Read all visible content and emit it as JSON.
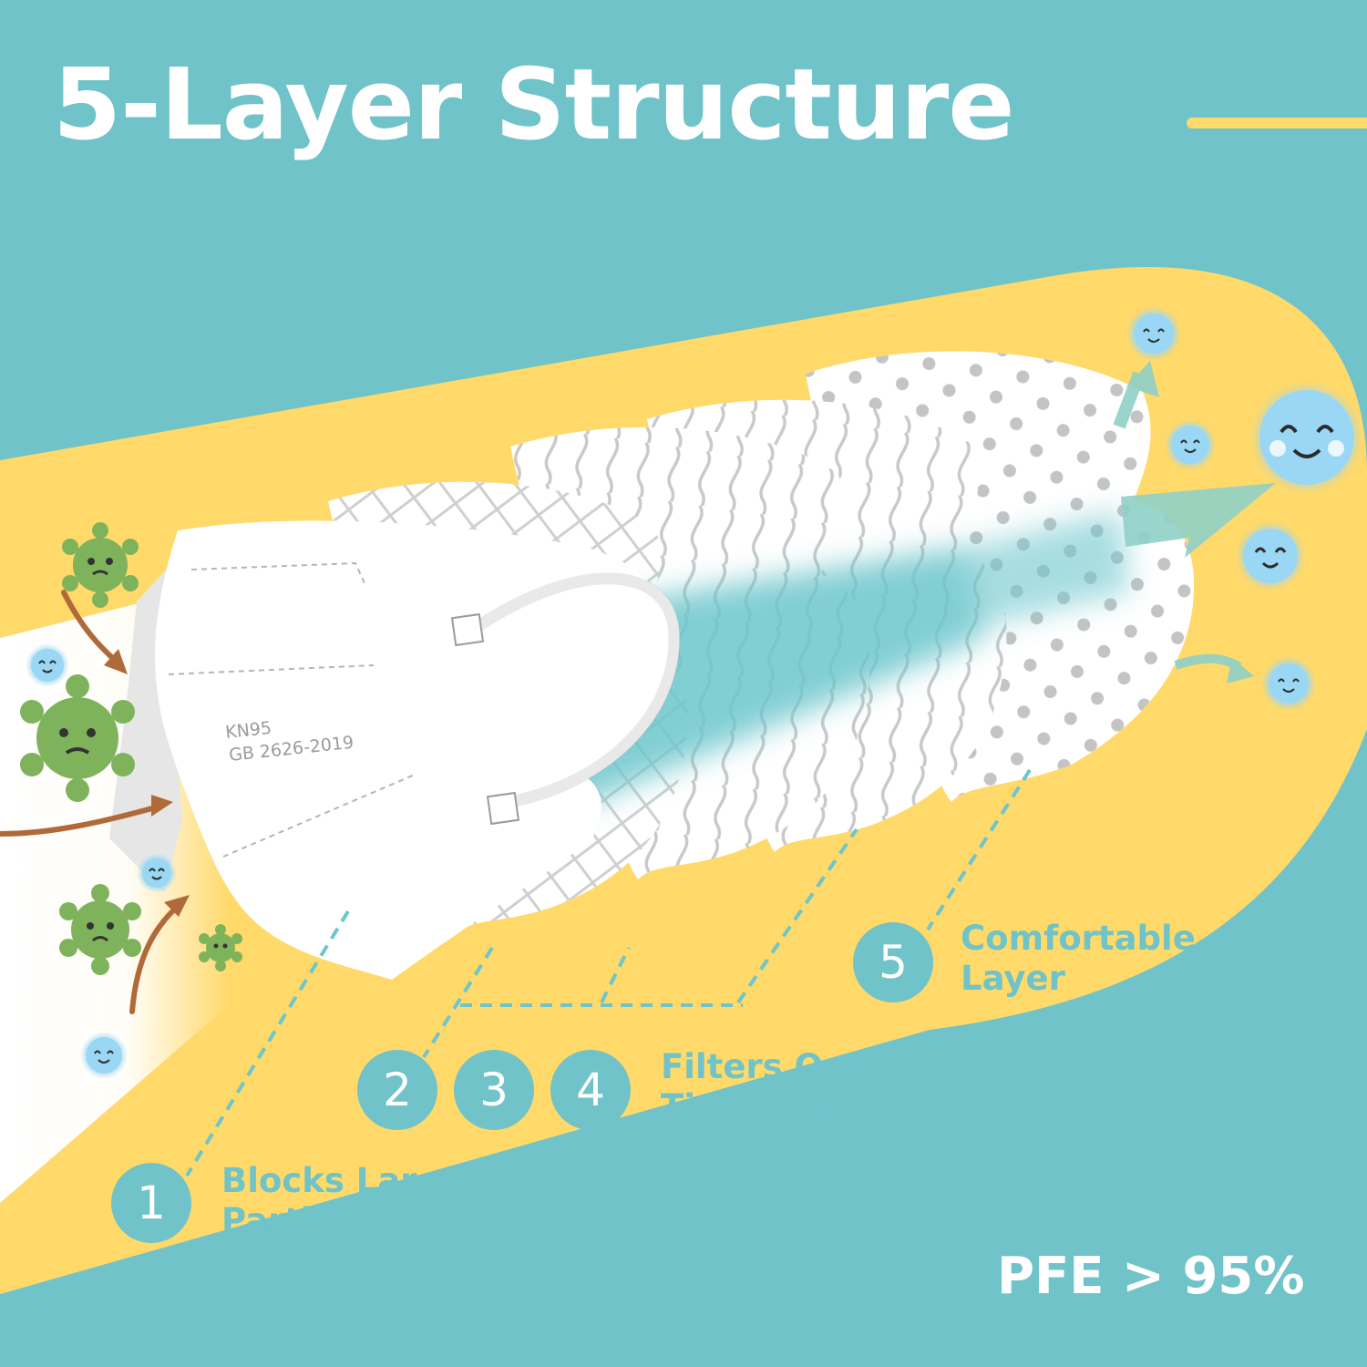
{
  "title": "5-Layer Structure",
  "mask_print": {
    "line1": "KN95",
    "line2": "GB 2626-2019"
  },
  "layers": [
    {
      "number": "1",
      "lines": [
        "Blocks Large",
        "Particles"
      ]
    },
    {
      "number": "2"
    },
    {
      "number": "3"
    },
    {
      "number": "4"
    },
    {
      "number": "5",
      "lines": [
        "Comfortable",
        "Layer"
      ]
    }
  ],
  "filter_label": [
    "Filters Out",
    "Tiny Particles"
  ],
  "pfe": "PFE > 95%",
  "colors": {
    "background": "#6fc3c9",
    "highlight": "#ffd96a",
    "mask": "#ffffff",
    "pattern": "#c9c9c9",
    "airflow": "#6cc6cc",
    "germ": "#7fb35b",
    "arrow_in": "#b06a3a",
    "arrow_out": "#8fd0c8",
    "clean_particle": "#9ad7f4"
  },
  "icons": [
    "germ-icon",
    "clean-particle-icon",
    "incoming-arrow-icon",
    "outgoing-arrow-icon"
  ]
}
